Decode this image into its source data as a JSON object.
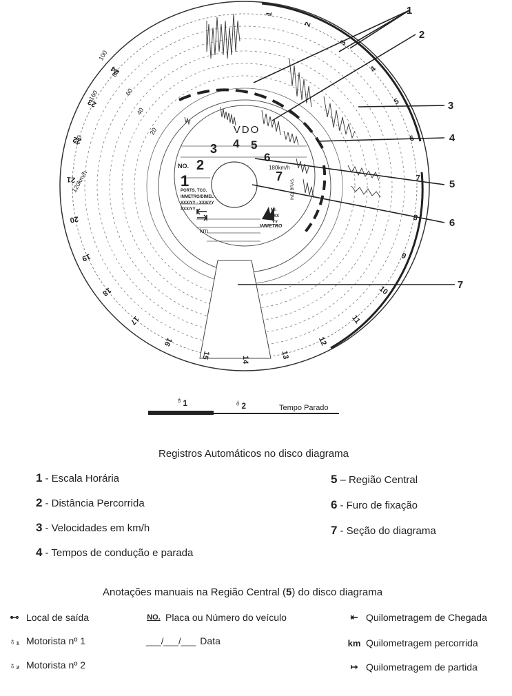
{
  "disc": {
    "brand": "VDO",
    "center_labels": {
      "no": "NO.",
      "km": "km",
      "speed": "180km/h",
      "port_lines": [
        "PORTS. TCO.",
        "INMETRO/DIMEL",
        "XXX/YY - XXX/YY",
        "XXX/YY"
      ],
      "right_lines": [
        "MI.",
        "XXX",
        "YY"
      ],
      "inmetro": "INMETRO",
      "ind": "IND. BRAS.",
      "region_numbers": [
        "3",
        "4",
        "5",
        "6",
        "2",
        "1",
        "7"
      ]
    },
    "hour_labels": [
      "1",
      "2",
      "3",
      "4",
      "5",
      "6",
      "7",
      "8",
      "9",
      "10",
      "11",
      "12",
      "13",
      "14",
      "15",
      "16",
      "17",
      "18",
      "19",
      "20",
      "21",
      "22",
      "23",
      "24"
    ],
    "speed_labels": [
      "20",
      "40",
      "60",
      "80",
      "100",
      "120km/h",
      "140",
      "160"
    ],
    "callouts": [
      "1",
      "2",
      "3",
      "4",
      "5",
      "6",
      "7"
    ]
  },
  "stop_bar": {
    "label": "Tempo Parado"
  },
  "section1": {
    "title": "Registros Automáticos no disco diagrama",
    "left": [
      {
        "num": "1",
        "text": "- Escala Horária"
      },
      {
        "num": "2",
        "text": "- Distância Percorrida"
      },
      {
        "num": "3",
        "text": "- Velocidades em km/h"
      },
      {
        "num": "4",
        "text": "- Tempos de condução e parada"
      }
    ],
    "right": [
      {
        "num": "5",
        "text": "– Região Central"
      },
      {
        "num": "6",
        "text": "- Furo de fixação"
      },
      {
        "num": "7",
        "text": "- Seção do diagrama"
      }
    ]
  },
  "section2": {
    "title_pre": "Anotações manuais na Região Central (",
    "title_num": "5",
    "title_post": ") do disco diagrama",
    "items": [
      {
        "icon": "key-icon",
        "glyph": "⊷",
        "text": "Local de saída"
      },
      {
        "icon": "driver1-icon",
        "glyph": "♁₁",
        "text": "Motorista nº 1"
      },
      {
        "icon": "driver2-icon",
        "glyph": "♁₂",
        "text": "Motorista nº 2"
      },
      {
        "icon": "plate-icon",
        "glyph": "NO.",
        "text": "Placa ou Número do veículo"
      },
      {
        "icon": "date-icon",
        "glyph": "___/___/___",
        "text": "Data"
      },
      {
        "icon": "arrival-icon",
        "glyph": "⇤",
        "text": "Quilometragem de Chegada"
      },
      {
        "icon": "km-icon",
        "glyph": "km",
        "text": "Quilometragem percorrida"
      },
      {
        "icon": "departure-icon",
        "glyph": "↦",
        "text": "Quilometragem de partida"
      }
    ]
  }
}
